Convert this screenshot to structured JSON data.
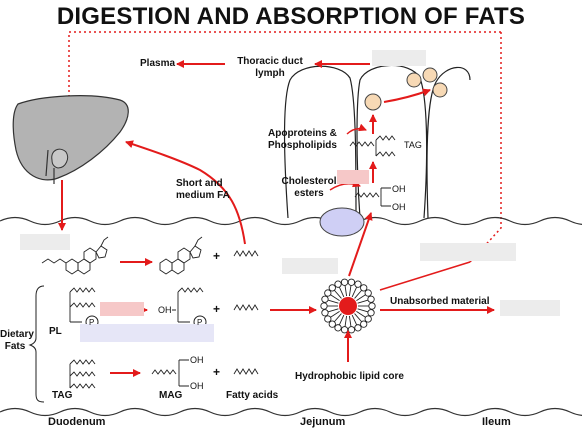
{
  "title": "DIGESTION AND ABSORPTION OF FATS",
  "labels": {
    "plasma": "Plasma",
    "thoracic_duct": "Thoracic duct\nlymph",
    "apoproteins": "Apoproteins &\nPhospholipids",
    "tag_small": "TAG",
    "cholesterol_esters": "Cholesterol\nesters",
    "oh_top": "OH",
    "oh_bottom": "OH",
    "short_medium_fa": "Short and\nmedium FA",
    "unabsorbed": "Unabsorbed material",
    "hydrophobic_core": "Hydrophobic lipid core",
    "dietary_fats": "Dietary\nFats",
    "pl": "PL",
    "tag": "TAG",
    "mag": "MAG",
    "fatty_acids": "Fatty acids",
    "p1": "P",
    "p2": "P",
    "oh_pl": "OH",
    "oh_mag_top": "OH",
    "oh_mag_bottom": "OH",
    "plus1": "+",
    "plus2": "+",
    "plus3": "+",
    "duodenum": "Duodenum",
    "jejunum": "Jejunum",
    "ileum": "Ileum"
  },
  "colors": {
    "arrow": "#e31b1b",
    "organ": "#b3b3b3",
    "vesicle": "#f7d9b5",
    "micelle_core": "#e31b1b",
    "nucleus": "#cfcff5",
    "mask_grey": "#ececec",
    "mask_pink": "#f6c8c8",
    "mask_blue": "#e6e6f7"
  }
}
